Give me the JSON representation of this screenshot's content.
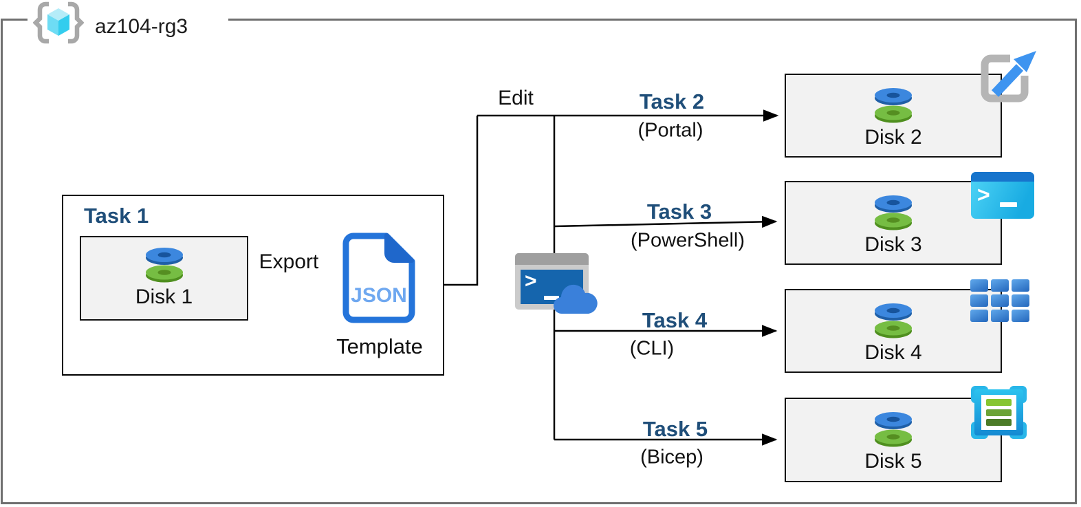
{
  "header": {
    "resource_group_label": "az104-rg3"
  },
  "colors": {
    "navy_accent": "#1F4E79",
    "box_fill": "#F2F2F2",
    "outer_border": "#6F6F6F",
    "connector": "#000000",
    "azure_blue": "#2474DA",
    "disk_blue": "#3C87DE",
    "disk_green": "#76BD43",
    "cyan": "#2CC3EF"
  },
  "task1": {
    "title": "Task 1",
    "disk_label": "Disk 1",
    "export_label": "Export",
    "json_label": "JSON",
    "template_label": "Template"
  },
  "edit_label": "Edit",
  "branches": [
    {
      "task_label": "Task 2",
      "method_label": "(Portal)",
      "disk_label": "Disk 2",
      "corner_icon": "azure-portal"
    },
    {
      "task_label": "Task 3",
      "method_label": "(PowerShell)",
      "disk_label": "Disk 3",
      "corner_icon": "powershell"
    },
    {
      "task_label": "Task 4",
      "method_label": "(CLI)",
      "disk_label": "Disk 4",
      "corner_icon": "azure-cli"
    },
    {
      "task_label": "Task 5",
      "method_label": "(Bicep)",
      "disk_label": "Disk 5",
      "corner_icon": "bicep-template"
    }
  ],
  "icons": {
    "cloud_shell_prompt": ">",
    "powershell_prompt": ">"
  }
}
